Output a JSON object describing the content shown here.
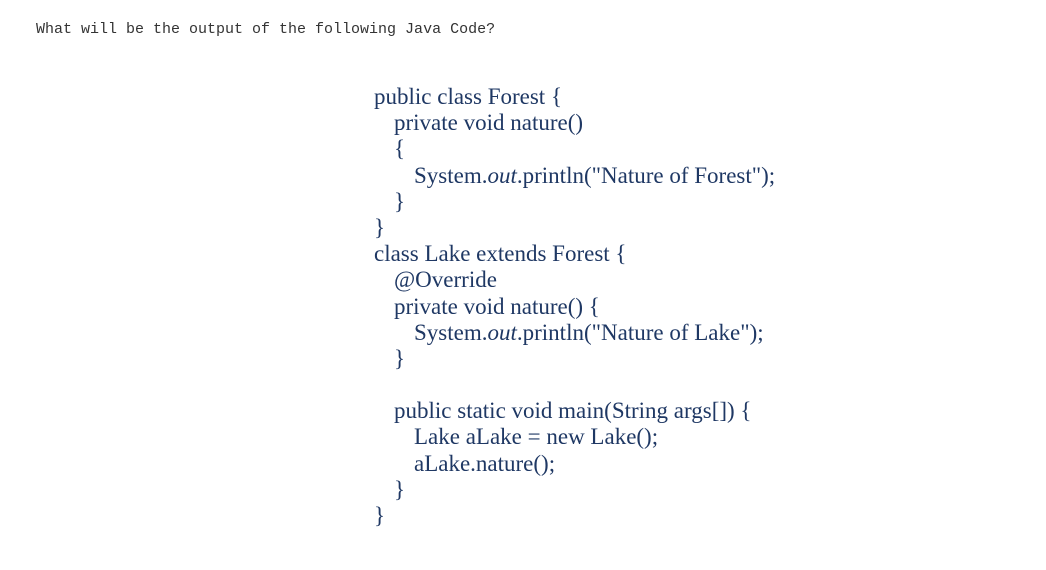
{
  "question": "What will be the output of the following Java Code?",
  "code": {
    "line1": "public class Forest {",
    "line2": "private void nature()",
    "line3": "{",
    "line4_before": "System.",
    "line4_italic": "out",
    "line4_after": ".println(\"Nature of Forest\");",
    "line5": "}",
    "line6": "}",
    "line7": "class Lake extends Forest {",
    "line8": "@Override",
    "line9": "private void nature() {",
    "line10_before": "System.",
    "line10_italic": "out",
    "line10_after": ".println(\"Nature of Lake\");",
    "line11": "}",
    "line12": "",
    "line13": "public static void main(String args[]) {",
    "line14": "Lake aLake = new Lake();",
    "line15": "aLake.nature();",
    "line16": "}",
    "line17": "}"
  }
}
